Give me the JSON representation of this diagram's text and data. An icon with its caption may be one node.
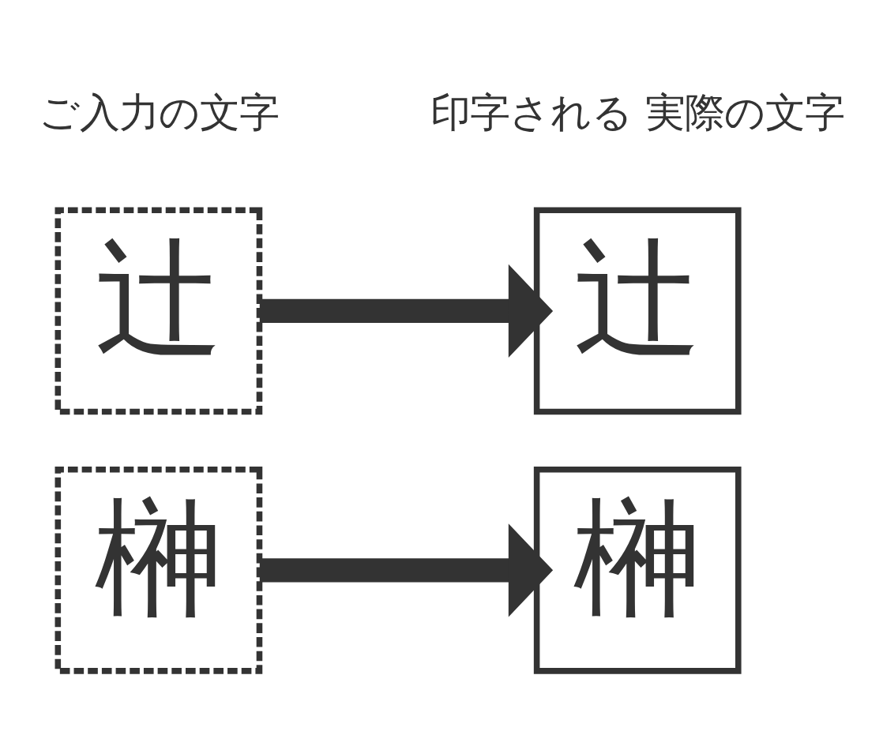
{
  "diagram": {
    "nodes": [
      {
        "text": [
          "辻"
        ]
      },
      {
        "text": [
          "辻"
        ]
      },
      {
        "text": [
          "榊"
        ]
      },
      {
        "text": [
          "榊"
        ]
      }
    ],
    "edges": [
      {
        "from": 0,
        "to": 1,
        "arrow": "to"
      },
      {
        "from": 2,
        "to": 3,
        "arrow": "to"
      }
    ],
    "labels": [
      "ご入力の文字",
      "印字される 実際の文字"
    ]
  }
}
